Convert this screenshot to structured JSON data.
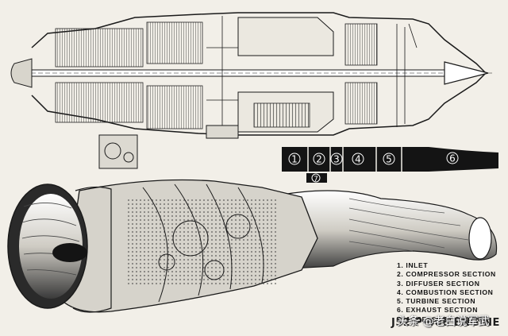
{
  "section_numbers": [
    "1",
    "2",
    "3",
    "4",
    "5",
    "6",
    "7"
  ],
  "legend": [
    "1.  INLET",
    "2.  COMPRESSOR SECTION",
    "3.  DIFFUSER SECTION",
    "4.  COMBUSTION SECTION",
    "5.  TURBINE SECTION",
    "6.  EXHAUST SECTION",
    "7.  ACCESSORY SECTION"
  ],
  "caption": "J52 P-408 ENGINE",
  "watermark": "头条 @老白说军武",
  "colors": {
    "paper": "#f2efe8",
    "ink": "#1a1a1a",
    "band": "#141414",
    "band_text": "#ffffff"
  }
}
